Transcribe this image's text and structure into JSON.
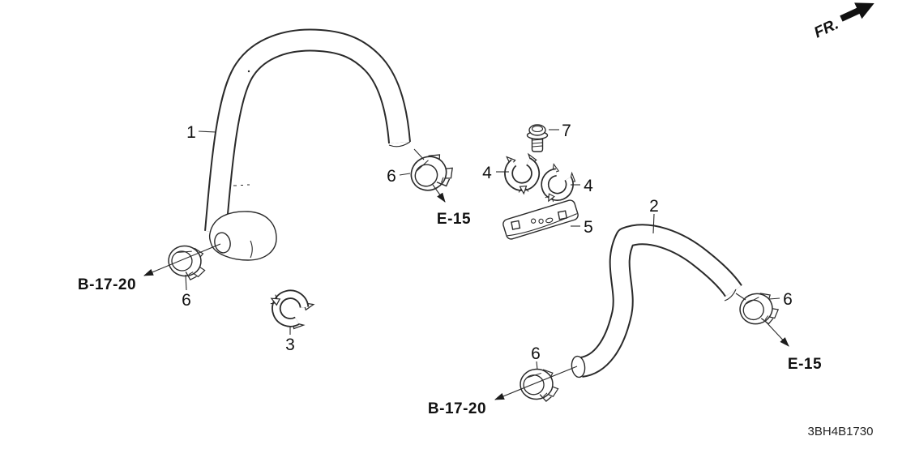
{
  "page": {
    "background": "#ffffff",
    "line_color": "#2a2a2a"
  },
  "orientation": {
    "fr_label": "FR."
  },
  "footer": {
    "diagram_code": "3BH4B1730"
  },
  "callouts": {
    "hose_1": "1",
    "hose_2": "2",
    "clip_3": "3",
    "clamp_4_left": "4",
    "clamp_4_right": "4",
    "bracket_5": "5",
    "clamp_6_hose1_upper": "6",
    "clamp_6_hose1_lower": "6",
    "clamp_6_hose2_right": "6",
    "clamp_6_hose2_lower": "6",
    "bolt_7": "7"
  },
  "references": {
    "b_17_20_left": "B-17-20",
    "b_17_20_bottom": "B-17-20",
    "e_15_upper": "E-15",
    "e_15_right": "E-15"
  }
}
